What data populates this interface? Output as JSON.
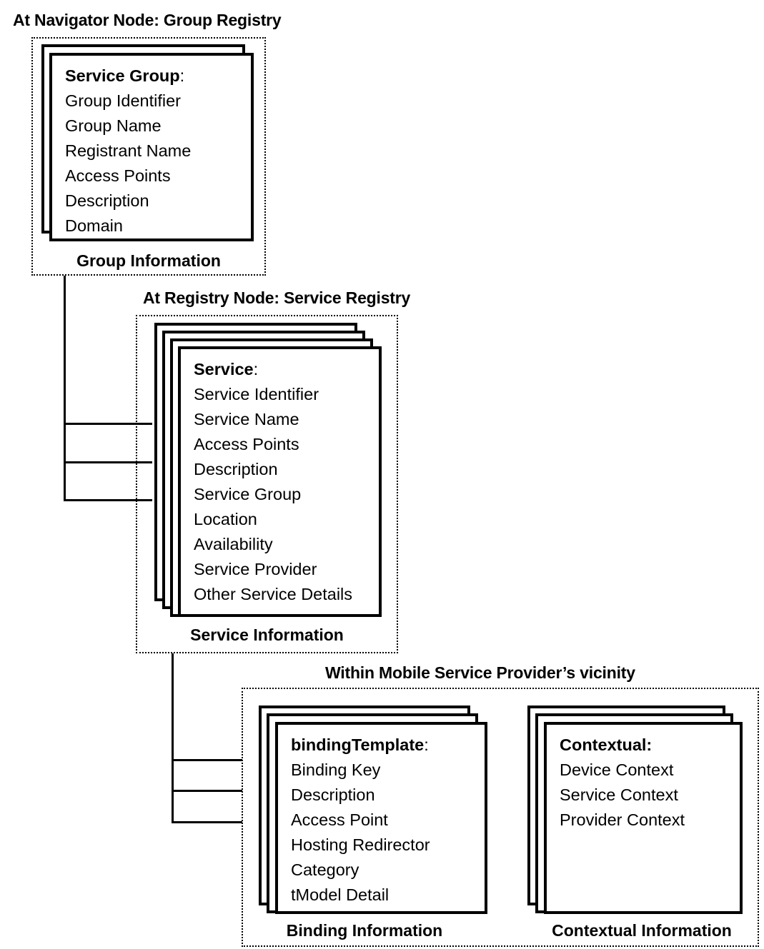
{
  "diagram": {
    "title_navigator": "At Navigator Node: Group Registry",
    "title_registry": "At Registry Node: Service Registry",
    "title_provider": "Within Mobile Service Provider’s vicinity"
  },
  "group_registry": {
    "card": {
      "heading": "Service Group",
      "colon": ":",
      "fields": [
        "Group Identifier",
        "Group Name",
        "Registrant Name",
        "Access Points",
        "Description",
        "Domain"
      ]
    },
    "caption": "Group Information"
  },
  "service_registry": {
    "card": {
      "heading": "Service",
      "colon": ":",
      "fields": [
        "Service Identifier",
        "Service Name",
        "Access  Points",
        "Description",
        "Service Group",
        "Location",
        "Availability",
        "Service Provider",
        "Other Service Details"
      ]
    },
    "caption": "Service Information"
  },
  "binding": {
    "card": {
      "heading": "bindingTemplate",
      "colon": ":",
      "fields": [
        "Binding Key",
        "Description",
        "Access Point",
        "Hosting Redirector",
        "Category",
        "tModel Detail"
      ]
    },
    "caption": "Binding Information"
  },
  "contextual": {
    "card": {
      "heading": "Contextual:",
      "colon": "",
      "fields": [
        "Device Context",
        "Service Context",
        "Provider Context"
      ]
    },
    "caption": "Contextual Information"
  },
  "colors": {
    "line": "#000000",
    "background": "#ffffff"
  }
}
